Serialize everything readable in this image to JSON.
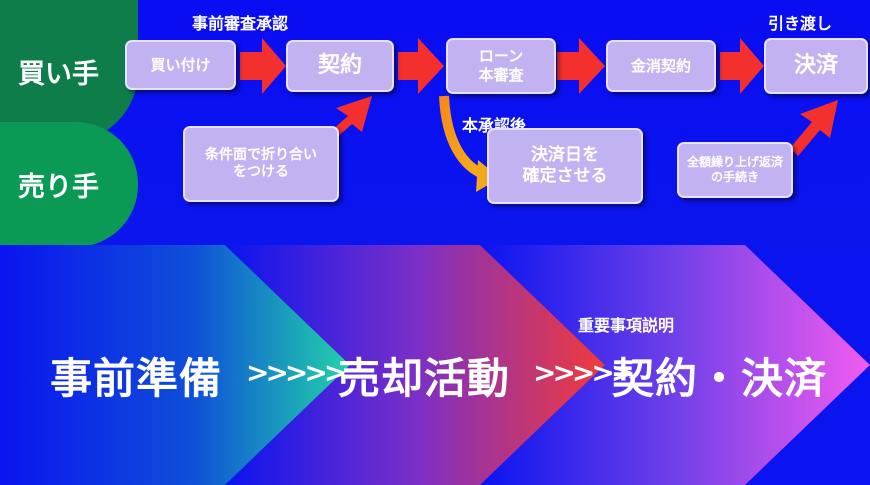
{
  "roles": {
    "buyer": "買い手",
    "seller": "売り手"
  },
  "labels": {
    "pre_approval": "事前審査承認",
    "handover": "引き渡し",
    "after_approval": "本承認後",
    "important_matters": "重要事項説明"
  },
  "buyer_steps": [
    "買い付け",
    "契約",
    "ローン\n本審査",
    "金消契約",
    "決済"
  ],
  "seller_steps": [
    "条件面で折り合い\nをつける",
    "決済日を\n確定させる",
    "全額繰り上げ返済\nの手続き"
  ],
  "phases": [
    "事前準備",
    "売却活動",
    "契約・決済"
  ],
  "separators": [
    ">>>>>",
    ">>>>>"
  ],
  "colors": {
    "arrow_red": "#f4302e",
    "arrow_orange": "#f59a1a",
    "box_fill": "#c2b2f2",
    "role_green": "#0c8f50"
  }
}
